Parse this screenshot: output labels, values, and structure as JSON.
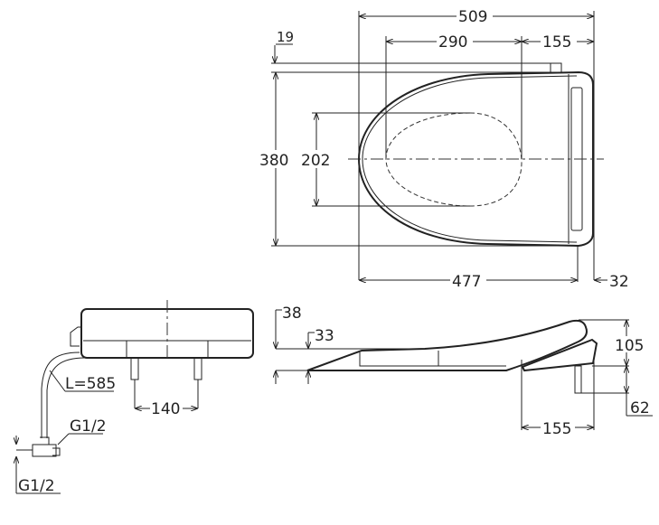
{
  "top_view": {
    "dim_overall_length": "509",
    "dim_hole_to_bowl": "290",
    "dim_hinge_offset": "155",
    "dim_width": "380",
    "dim_opening_width": "202",
    "dim_inlet_offset": "19",
    "dim_seat_length": "477",
    "dim_rear_overhang": "32"
  },
  "front_view": {
    "dim_hose_length": "L=585",
    "dim_fixing_spacing": "140",
    "dim_thread_valve": "G1/2",
    "dim_thread_inlet": "G1/2"
  },
  "side_view": {
    "dim_seat_height": "38",
    "dim_seat_thickness": "33",
    "dim_total_height": "105",
    "dim_bolt_length": "62",
    "dim_base_depth": "155"
  }
}
